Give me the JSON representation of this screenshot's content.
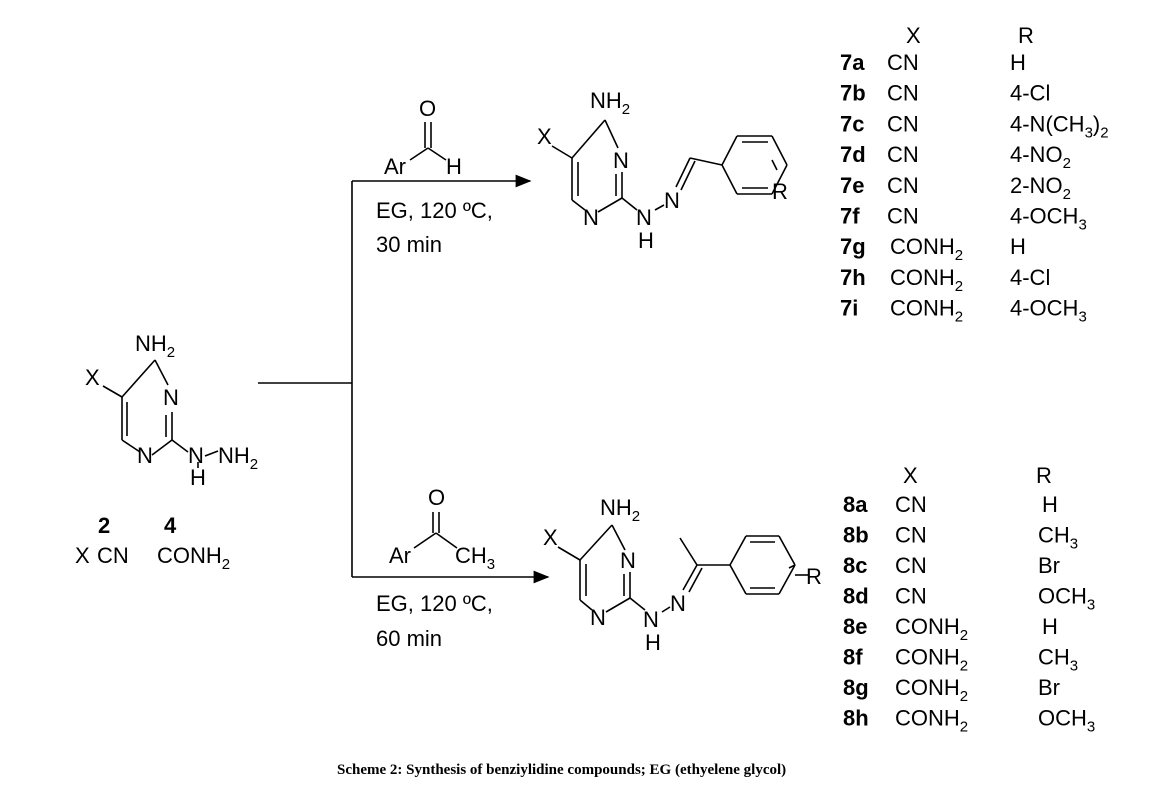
{
  "caption": "Scheme 2: Synthesis of benziylidine compounds; EG (ethyelene glycol)",
  "labels": {
    "nh2": "NH2",
    "x": "X",
    "n": "N",
    "h": "H",
    "r": "R",
    "ar": "Ar",
    "o": "O",
    "ch3": "CH3",
    "r_dash": "–R",
    "nh2_tail": "NH2"
  },
  "starting_material": {
    "ids": [
      "2",
      "4"
    ],
    "x_label": "X",
    "values": [
      "CN",
      "CONH2"
    ]
  },
  "reaction_top": {
    "reagent": "Ar-CHO",
    "conditions": [
      "EG, 120 ºC,",
      "30 min"
    ]
  },
  "reaction_bottom": {
    "reagent": "Ar-CO-CH3",
    "conditions": [
      "EG, 120 ºC,",
      "60 min"
    ]
  },
  "table_7": {
    "headers": [
      "X",
      "R"
    ],
    "rows": [
      [
        "7a",
        "CN",
        "H"
      ],
      [
        "7b",
        "CN",
        "4-Cl"
      ],
      [
        "7c",
        "CN",
        "4-N(CH3)2"
      ],
      [
        "7d",
        "CN",
        "4-NO2"
      ],
      [
        "7e",
        "CN",
        "2-NO2"
      ],
      [
        "7f",
        "CN",
        "4-OCH3"
      ],
      [
        "7g",
        "CONH2",
        "H"
      ],
      [
        "7h",
        "CONH2",
        "4-Cl"
      ],
      [
        "7i",
        "CONH2",
        "4-OCH3"
      ]
    ]
  },
  "table_8": {
    "headers": [
      "X",
      "R"
    ],
    "rows": [
      [
        "8a",
        "CN",
        "H"
      ],
      [
        "8b",
        "CN",
        "CH3"
      ],
      [
        "8c",
        "CN",
        "Br"
      ],
      [
        "8d",
        "CN",
        "OCH3"
      ],
      [
        "8e",
        "CONH2",
        "H"
      ],
      [
        "8f",
        "CONH2",
        "CH3"
      ],
      [
        "8g",
        "CONH2",
        "Br"
      ],
      [
        "8h",
        "CONH2",
        "OCH3"
      ]
    ]
  }
}
